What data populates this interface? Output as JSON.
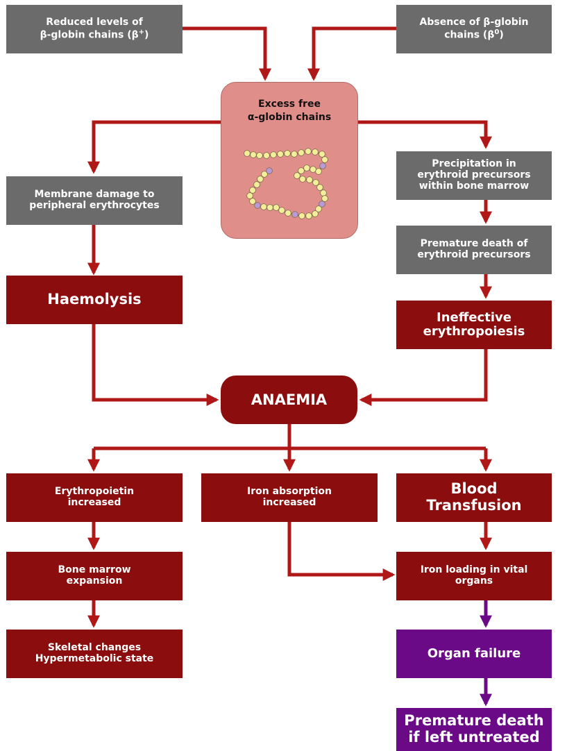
{
  "colors": {
    "grey_box": "#6b6b6b",
    "dark_red_box": "#8b0d0d",
    "purple_box": "#6b0a86",
    "pink_box": "#e08e8a",
    "red_arrow": "#b01818",
    "purple_arrow": "#6b0a86",
    "chain_bead": "#f2ee9a",
    "chain_bead_alt": "#b89ad8"
  },
  "top": {
    "reduced": {
      "line1": "Reduced levels of",
      "line2": "β-globin chains (β",
      "sup": "+",
      "tail": ")"
    },
    "absence": {
      "line1": "Absence of β-globin",
      "line2": "chains (β",
      "sup": "0",
      "tail": ")"
    }
  },
  "center": {
    "line1": "Excess free",
    "line2": "α-globin chains",
    "illustration": "alpha-globin-chain-icon"
  },
  "left": {
    "membrane_l1": "Membrane damage to",
    "membrane_l2": "peripheral erythrocytes",
    "haemolysis": "Haemolysis"
  },
  "right": {
    "precip_l1": "Precipitation in",
    "precip_l2": "erythroid precursors",
    "precip_l3": "within bone marrow",
    "premature_l1": "Premature death of",
    "premature_l2": "erythroid precursors",
    "ineffective_l1": "Ineffective",
    "ineffective_l2": "erythropoiesis"
  },
  "anaemia": "ANAEMIA",
  "bottom": {
    "epo_l1": "Erythropoietin",
    "epo_l2": "increased",
    "iron_abs_l1": "Iron absorption",
    "iron_abs_l2": "increased",
    "transfusion_l1": "Blood",
    "transfusion_l2": "Transfusion",
    "bone_l1": "Bone marrow",
    "bone_l2": "expansion",
    "iron_load_l1": "Iron loading in vital",
    "iron_load_l2": "organs",
    "skeletal_l1": "Skeletal changes",
    "skeletal_l2": "Hypermetabolic state",
    "organ_failure": "Organ failure",
    "death_l1": "Premature death",
    "death_l2": "if left untreated"
  }
}
